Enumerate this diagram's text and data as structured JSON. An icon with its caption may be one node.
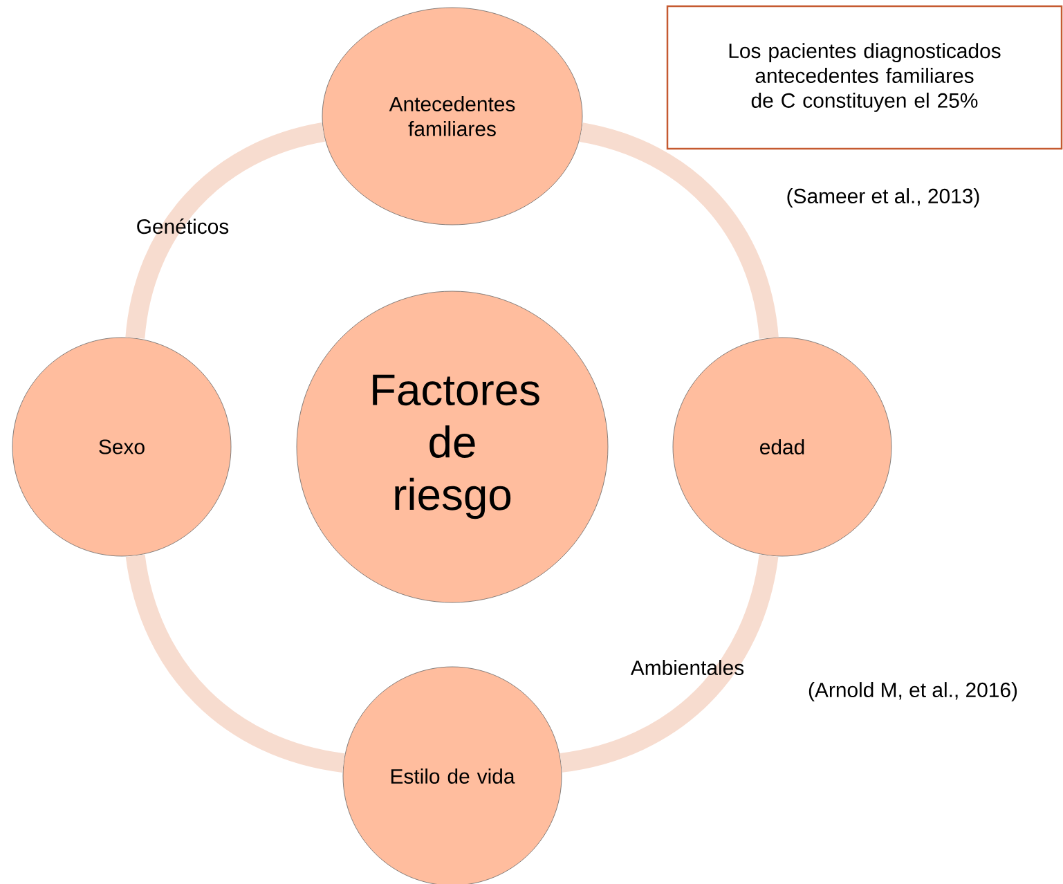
{
  "diagram": {
    "nodes": [
      {
        "text": [
          "Antecedentes familiares"
        ]
      },
      {
        "text": [
          "Los pacientes diagnosticados antecedentes familiares de C constituyen el 25%"
        ],
        "beside": [
          "(Sameer et al., 2013)"
        ]
      },
      {
        "text": [
          "Factores de riesgo"
        ]
      },
      {
        "text": [
          "Sexo"
        ]
      },
      {
        "text": [
          "edad"
        ]
      },
      {
        "text": [
          "Estilo de vida"
        ]
      }
    ],
    "edges": [
      {
        "from": 0,
        "to": 4,
        "arrow": "none"
      },
      {
        "from": 4,
        "to": 5,
        "arrow": "none"
      },
      {
        "from": 5,
        "to": 3,
        "arrow": "none"
      },
      {
        "from": 3,
        "to": 0,
        "arrow": "none"
      }
    ],
    "labels": [
      "Genéticos",
      "Ambientales",
      "(Arnold M, et al., 2016)"
    ]
  }
}
